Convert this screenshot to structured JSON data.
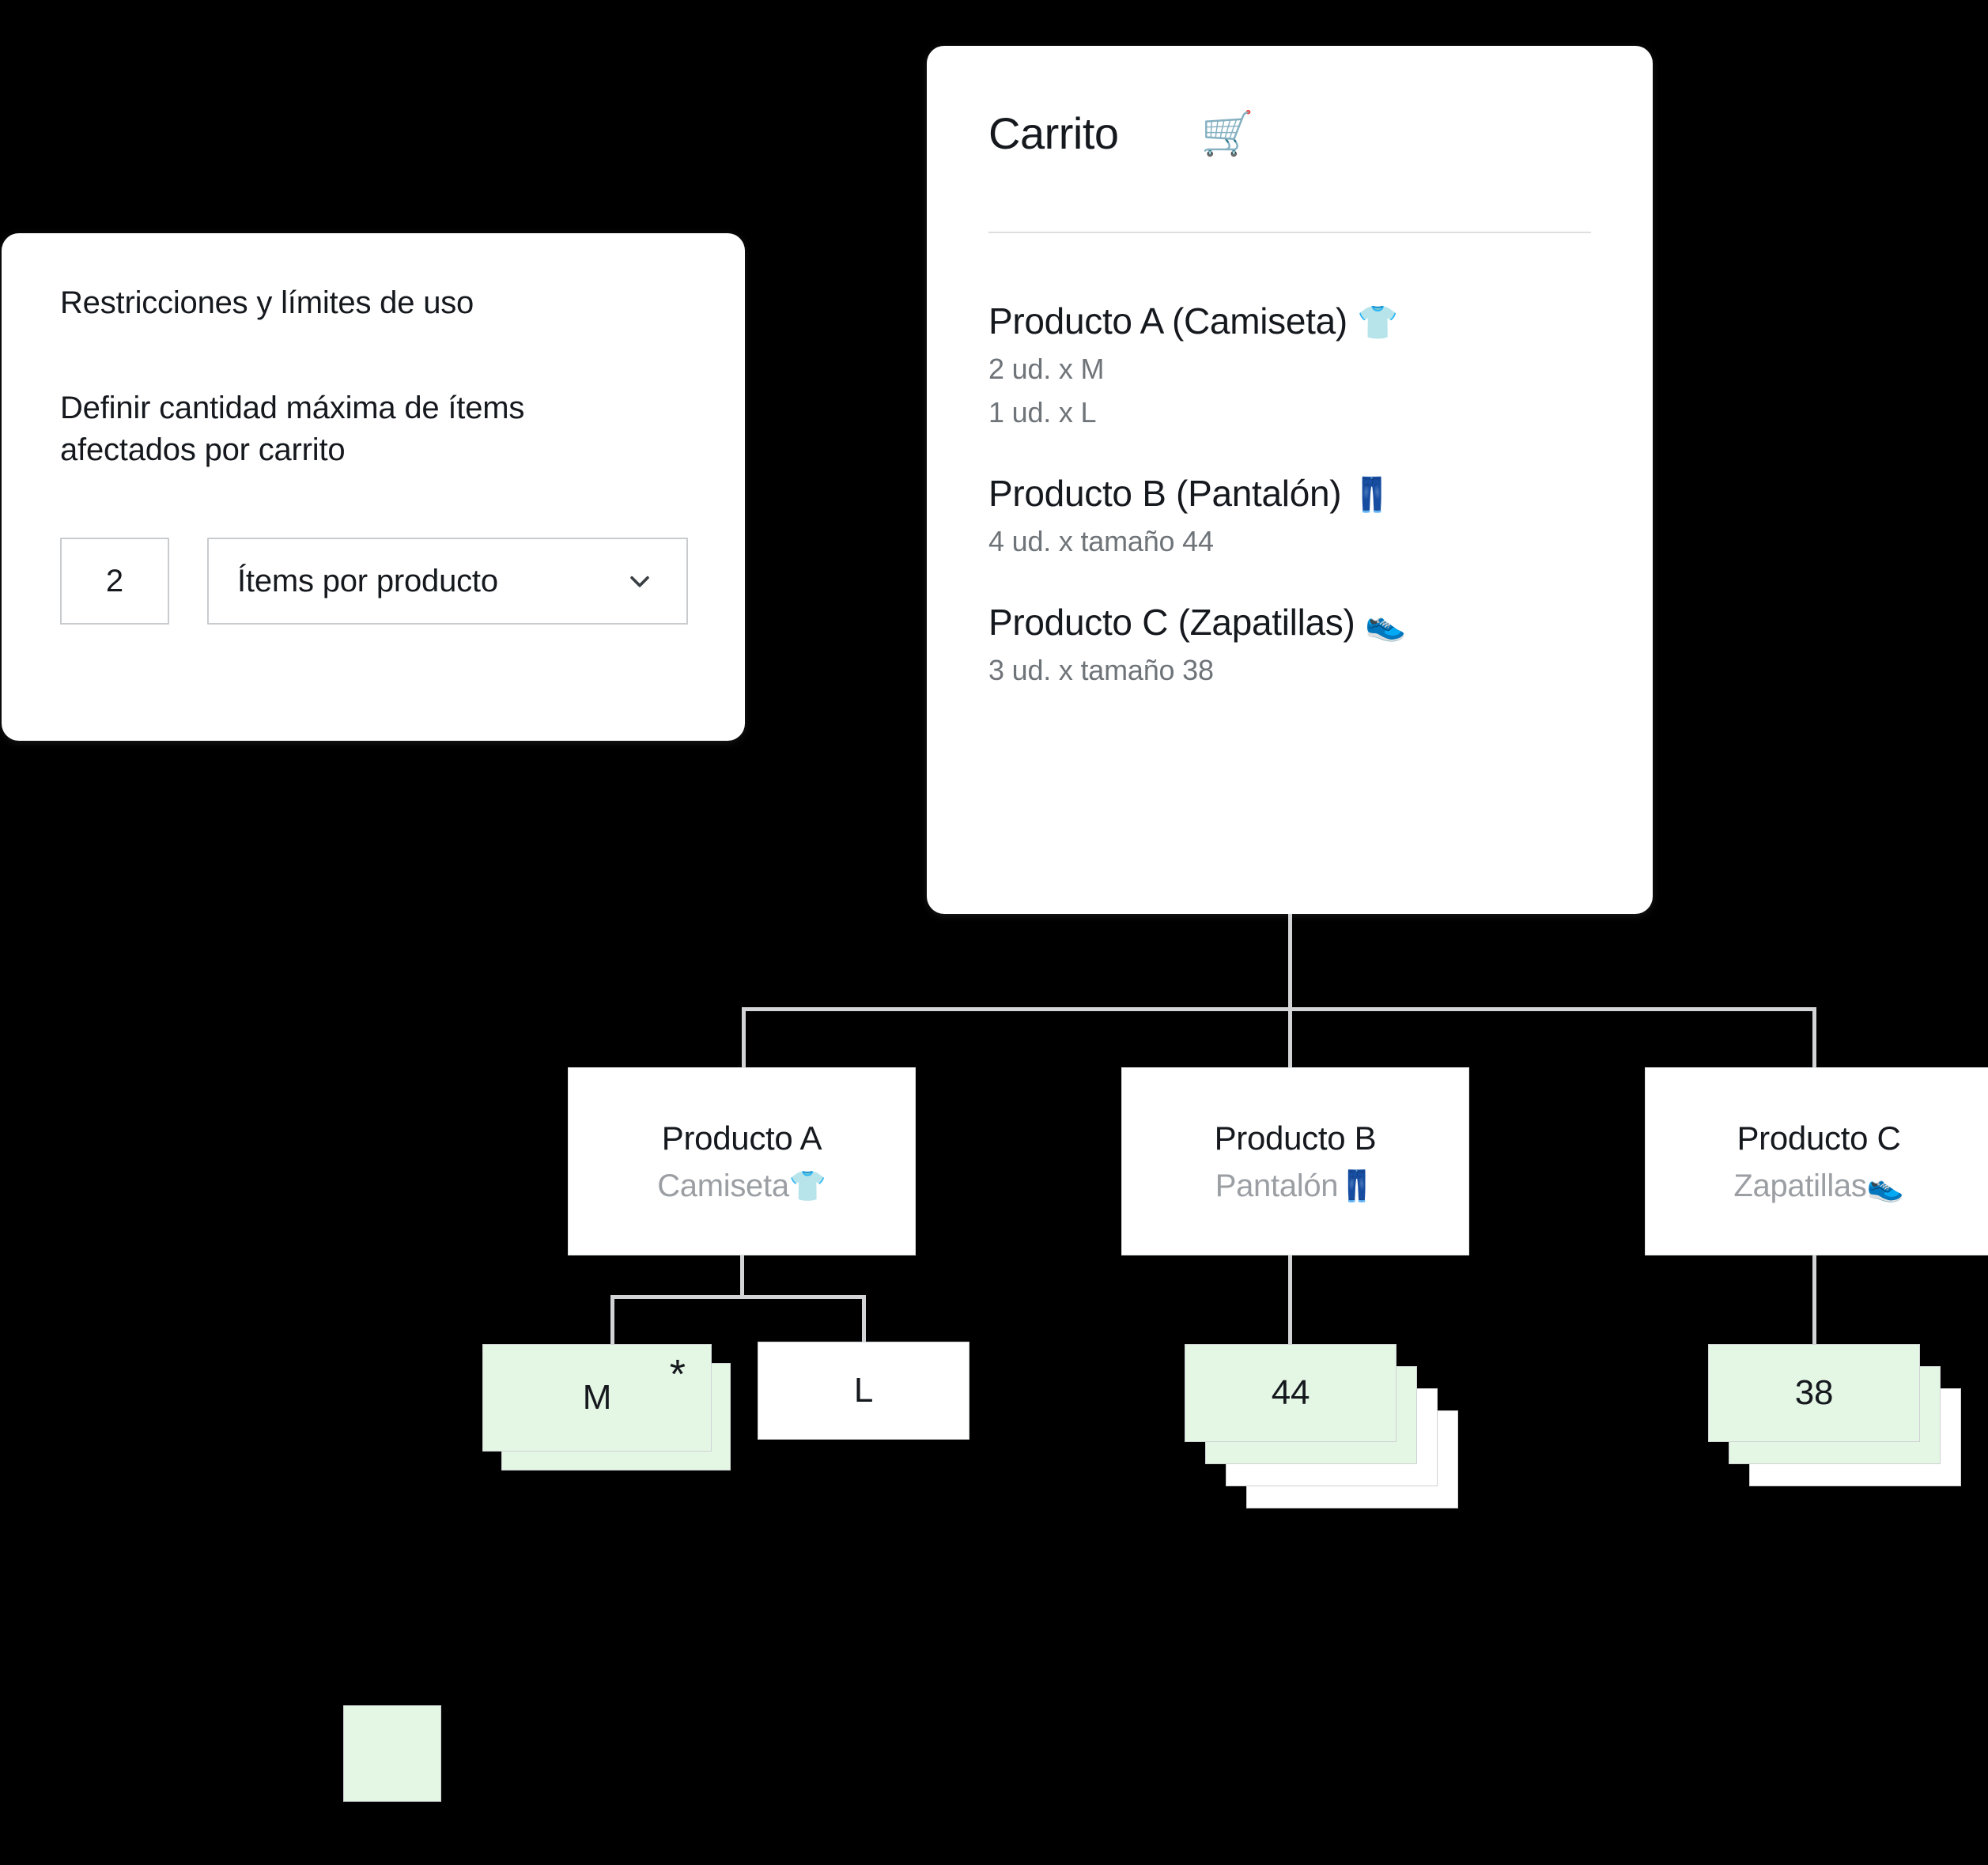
{
  "restrictions": {
    "title": "Restricciones y límites de uso",
    "description": "Definir cantidad máxima de ítems afectados por carrito",
    "quantity_value": "2",
    "quantity_placeholder": "2",
    "scope_select_value": "Ítems por producto",
    "chevron_icon": "chevron-down-icon"
  },
  "cart": {
    "title": "Carrito",
    "cart_icon": "🛒",
    "items": [
      {
        "name": "Producto A (Camiseta)",
        "emoji": "👕",
        "lines": [
          "2 ud. x M",
          "1 ud. x L"
        ]
      },
      {
        "name": "Producto B (Pantalón)",
        "emoji": "👖",
        "lines": [
          "4 ud. x tamaño 44"
        ]
      },
      {
        "name": "Producto C (Zapatillas)",
        "emoji": "👟",
        "lines": [
          "3 ud. x  tamaño 38"
        ]
      }
    ]
  },
  "tree": {
    "products": [
      {
        "title": "Producto A",
        "subtitle": "Camiseta",
        "emoji": "👕"
      },
      {
        "title": "Producto B",
        "subtitle": "Pantalón",
        "emoji": "👖"
      },
      {
        "title": "Producto C",
        "subtitle": "Zapatillas",
        "emoji": "👟"
      }
    ],
    "variants": [
      {
        "label": "M",
        "marker": "*",
        "total_cards": 2,
        "highlighted_cards": 2
      },
      {
        "label": "L",
        "marker": "",
        "total_cards": 1,
        "highlighted_cards": 0
      },
      {
        "label": "44",
        "marker": "",
        "total_cards": 4,
        "highlighted_cards": 2
      },
      {
        "label": "38",
        "marker": "",
        "total_cards": 3,
        "highlighted_cards": 2
      }
    ]
  },
  "legend": {
    "swatch_color": "#e4f6e4"
  },
  "colors": {
    "background": "#000000",
    "panel": "#ffffff",
    "highlight_green": "#e4f6e4",
    "line": "#d2d4d6",
    "muted_text": "#9b9fa3",
    "body_text": "#15191e"
  }
}
